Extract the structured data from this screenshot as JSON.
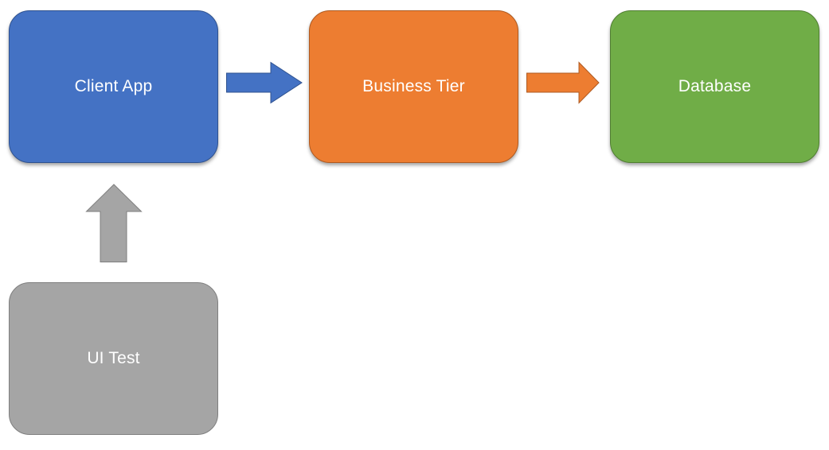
{
  "diagram": {
    "nodes": [
      {
        "id": "client",
        "label": "Client App",
        "color": "#4472c4"
      },
      {
        "id": "business",
        "label": "Business Tier",
        "color": "#ed7d31"
      },
      {
        "id": "database",
        "label": "Database",
        "color": "#70ad47"
      },
      {
        "id": "uitest",
        "label": "UI Test",
        "color": "#a5a5a5"
      }
    ],
    "edges": [
      {
        "from": "client",
        "to": "business",
        "color": "#4472c4"
      },
      {
        "from": "business",
        "to": "database",
        "color": "#ed7d31"
      },
      {
        "from": "uitest",
        "to": "client",
        "color": "#a5a5a5"
      }
    ]
  }
}
